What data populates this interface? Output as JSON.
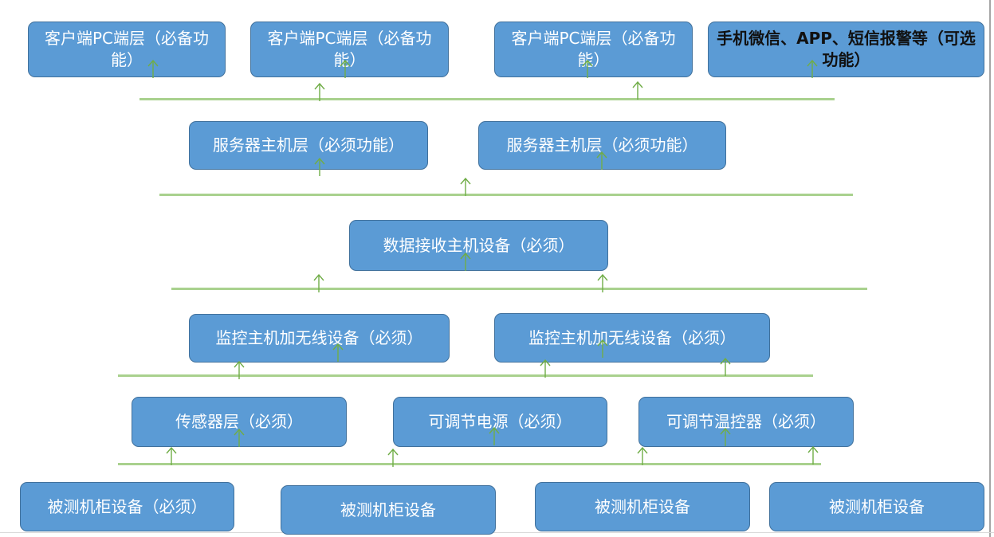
{
  "diagram": {
    "rows": [
      [
        {
          "id": "client1",
          "text": "客户端PC端层（必备功能）"
        },
        {
          "id": "client2",
          "text": "客户端PC端层（必备功能）"
        },
        {
          "id": "client3",
          "text": "客户端PC端层（必备功能）"
        },
        {
          "id": "mobile",
          "text": "手机微信、APP、短信报警等（可选功能）"
        }
      ],
      [
        {
          "id": "server1",
          "text": "服务器主机层（必须功能）"
        },
        {
          "id": "server2",
          "text": "服务器主机层（必须功能）"
        }
      ],
      [
        {
          "id": "receiver",
          "text": "数据接收主机设备（必须）"
        }
      ],
      [
        {
          "id": "monitor1",
          "text": "监控主机加无线设备（必须）"
        },
        {
          "id": "monitor2",
          "text": "监控主机加无线设备（必须）"
        }
      ],
      [
        {
          "id": "sensor",
          "text": "传感器层（必须）"
        },
        {
          "id": "power",
          "text": "可调节电源（必须）"
        },
        {
          "id": "temp",
          "text": "可调节温控器（必须）"
        }
      ],
      [
        {
          "id": "dut1",
          "text": "被测机柜设备（必须）"
        },
        {
          "id": "dut2",
          "text": "被测机柜设备"
        },
        {
          "id": "dut3",
          "text": "被测机柜设备"
        },
        {
          "id": "dut4",
          "text": "被测机柜设备"
        }
      ]
    ]
  },
  "colors": {
    "box_fill": "#5b9bd5",
    "box_border": "#41719c",
    "box_text": "#ffffff",
    "highlight_text": "#111111",
    "connector": "#a9d18e",
    "arrow": "#70ad47"
  }
}
